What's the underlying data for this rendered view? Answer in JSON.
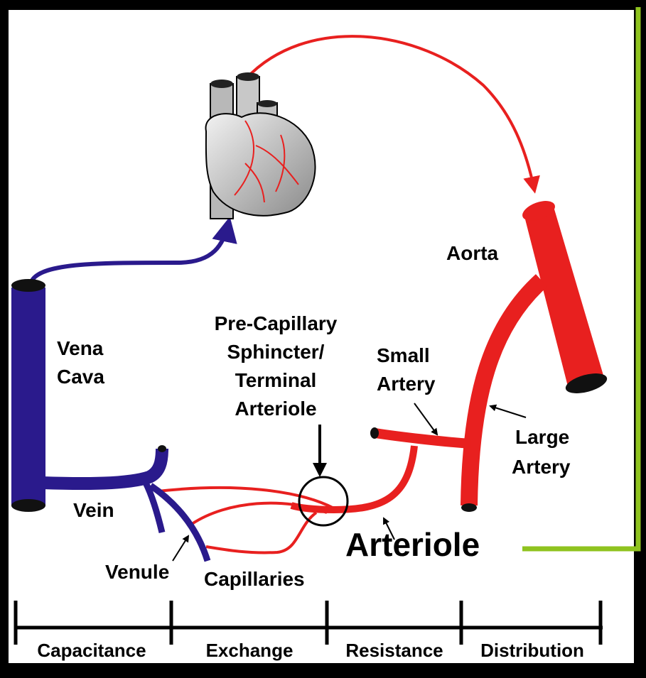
{
  "labels": {
    "aorta": "Aorta",
    "vena_cava_line1": "Vena",
    "vena_cava_line2": "Cava",
    "pre_cap_line1": "Pre-Capillary",
    "pre_cap_line2": "Sphincter/",
    "pre_cap_line3": "Terminal",
    "pre_cap_line4": "Arteriole",
    "small_artery_line1": "Small",
    "small_artery_line2": "Artery",
    "large_artery_line1": "Large",
    "large_artery_line2": "Artery",
    "vein": "Vein",
    "venule": "Venule",
    "capillaries": "Capillaries",
    "arteriole": "Arteriole"
  },
  "scale": {
    "segments": [
      "Capacitance",
      "Exchange",
      "Resistance",
      "Distribution"
    ]
  },
  "colors": {
    "artery": "#e8201f",
    "vein": "#2a1a8c",
    "frame": "#000000",
    "callout": "#8fc31f",
    "panel": "#ffffff"
  }
}
